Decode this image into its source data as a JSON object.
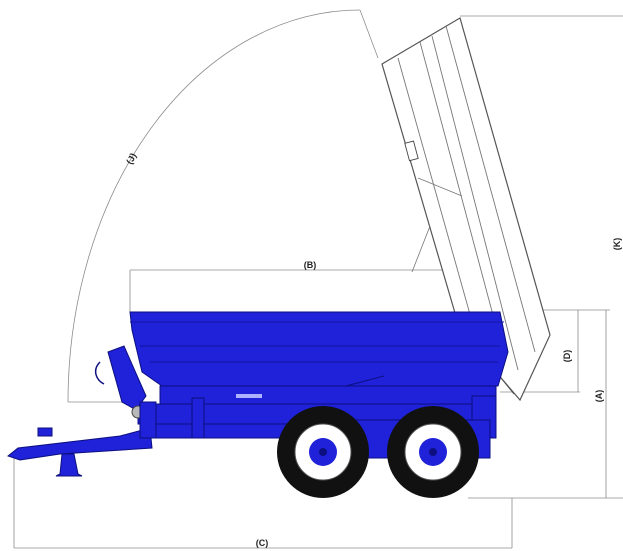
{
  "colors": {
    "body_blue": "#1f22d8",
    "body_blue_dark": "#1417a8",
    "line_grey": "#8c8c8c",
    "tyre_black": "#111111"
  },
  "labels": {
    "a": "(A)",
    "b": "(B)",
    "c": "(C)",
    "d": "(D)",
    "j": "(J)",
    "k": "(K)"
  }
}
